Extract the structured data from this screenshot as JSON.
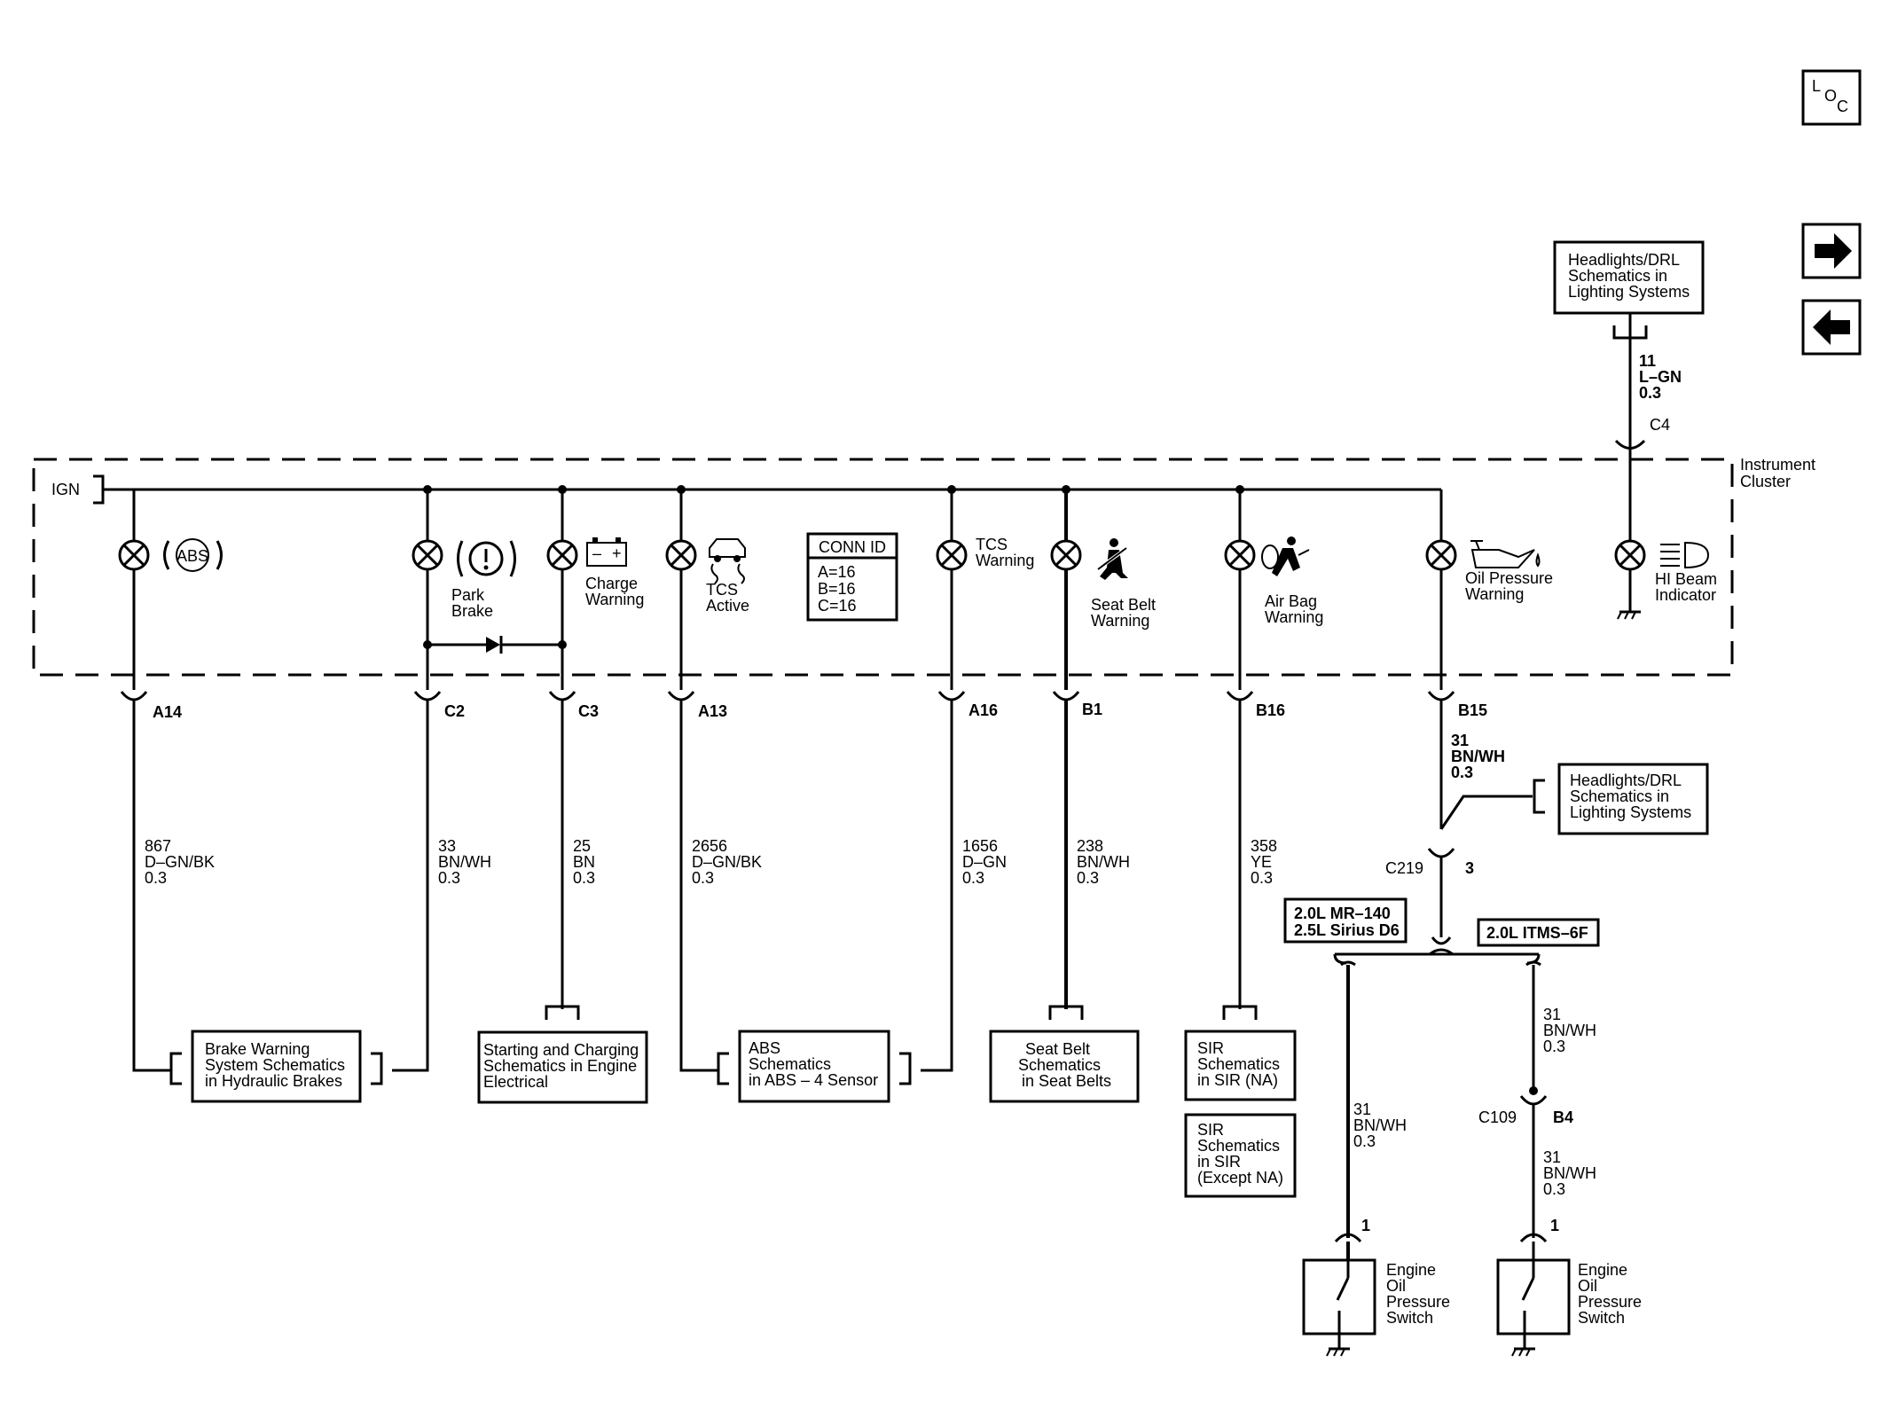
{
  "nav": {
    "loc_letters": [
      "L",
      "O",
      "C"
    ],
    "forward_arrow": "➡",
    "back_arrow": "⬅"
  },
  "cluster": {
    "label_line1": "Instrument",
    "label_line2": "Cluster",
    "ign": "IGN",
    "conn_id": {
      "title": "CONN ID",
      "lines": [
        "A=16",
        "B=16",
        "C=16"
      ]
    }
  },
  "indicators": {
    "abs_symbol": "ABS",
    "park_brake": [
      "Park",
      "Brake"
    ],
    "charge_warning": [
      "Charge",
      "Warning"
    ],
    "battery_signs": [
      "–",
      "+"
    ],
    "tcs_active": [
      "TCS",
      "Active"
    ],
    "tcs_warning": [
      "TCS",
      "Warning"
    ],
    "seat_belt_warning": [
      "Seat Belt",
      "Warning"
    ],
    "air_bag_warning": [
      "Air Bag",
      "Warning"
    ],
    "oil_pressure_warning": [
      "Oil Pressure",
      "Warning"
    ],
    "hi_beam_indicator": [
      "HI Beam",
      "Indicator"
    ]
  },
  "pins": {
    "a14": "A14",
    "c2": "C2",
    "c3": "C3",
    "a13": "A13",
    "a16": "A16",
    "b1": "B1",
    "b16": "B16",
    "b15": "B15",
    "c4": "C4",
    "c219": "C219",
    "c219_pin": "3",
    "c109": "C109",
    "b4": "B4",
    "sw1_pin": "1",
    "sw2_pin": "1"
  },
  "wires": {
    "a14": [
      "867",
      "D–GN/BK",
      "0.3"
    ],
    "c2": [
      "33",
      "BN/WH",
      "0.3"
    ],
    "c3": [
      "25",
      "BN",
      "0.3"
    ],
    "a13": [
      "2656",
      "D–GN/BK",
      "0.3"
    ],
    "a16": [
      "1656",
      "D–GN",
      "0.3"
    ],
    "b1": [
      "238",
      "BN/WH",
      "0.3"
    ],
    "b16": [
      "358",
      "YE",
      "0.3"
    ],
    "b15": [
      "31",
      "BN/WH",
      "0.3"
    ],
    "c4": [
      "11",
      "L–GN",
      "0.3"
    ],
    "left_branch": [
      "31",
      "BN/WH",
      "0.3"
    ],
    "right_upper": [
      "31",
      "BN/WH",
      "0.3"
    ],
    "right_lower": [
      "31",
      "BN/WH",
      "0.3"
    ]
  },
  "refboxes": {
    "headlights_top": [
      "Headlights/DRL",
      "Schematics in",
      "Lighting Systems"
    ],
    "headlights_mid": [
      "Headlights/DRL",
      "Schematics in",
      "Lighting Systems"
    ],
    "brake": [
      "Brake Warning",
      "System Schematics",
      "in Hydraulic Brakes"
    ],
    "starting": [
      "Starting and Charging",
      "Schematics in Engine",
      "Electrical"
    ],
    "abs": [
      "ABS",
      "Schematics",
      "in ABS – 4 Sensor"
    ],
    "seatbelt": [
      "Seat Belt",
      "Schematics",
      "in Seat Belts"
    ],
    "sir_na": [
      "SIR",
      "Schematics",
      "in SIR (NA)"
    ],
    "sir_except": [
      "SIR",
      "Schematics",
      "in SIR",
      "(Except NA)"
    ]
  },
  "engines": {
    "left": [
      "2.0L MR–140",
      "2.5L Sirius D6"
    ],
    "right": [
      "2.0L ITMS–6F"
    ]
  },
  "switches": {
    "left": [
      "Engine",
      "Oil",
      "Pressure",
      "Switch"
    ],
    "right": [
      "Engine",
      "Oil",
      "Pressure",
      "Switch"
    ]
  }
}
